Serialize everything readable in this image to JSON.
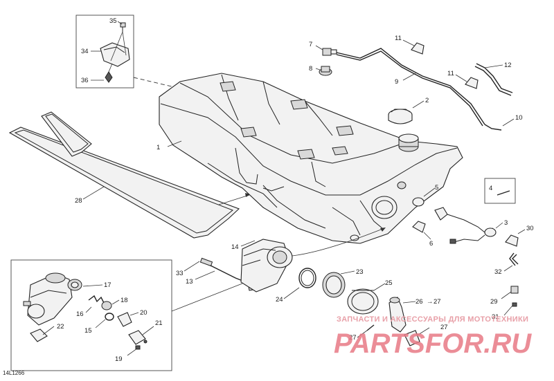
{
  "diagram_code": "14L1266",
  "watermark": {
    "tagline": "ЗАПЧАСТИ И АКСЕССУАРЫ ДЛЯ МОТОТЕХНИКИ",
    "brand": "PARTSFOR.RU"
  },
  "callouts": {
    "c1": "1",
    "c2": "2",
    "c3": "3",
    "c4": "4",
    "c5": "5",
    "c6": "6",
    "c7": "7",
    "c8": "8",
    "c9": "9",
    "c10": "10",
    "c11a": "11",
    "c11b": "11",
    "c12": "12",
    "c13": "13",
    "c14": "14",
    "c15": "15",
    "c16": "16",
    "c17": "17",
    "c18": "18",
    "c19": "19",
    "c20": "20",
    "c21": "21",
    "c22": "22",
    "c23": "23",
    "c24": "24",
    "c25": "25",
    "c26": "26",
    "c27a": "27",
    "c27b": "27",
    "c28": "28",
    "c29": "29",
    "c30": "30",
    "c31": "31",
    "c32": "32",
    "c33": "33",
    "c34": "34",
    "c35": "35",
    "c36": "36"
  }
}
